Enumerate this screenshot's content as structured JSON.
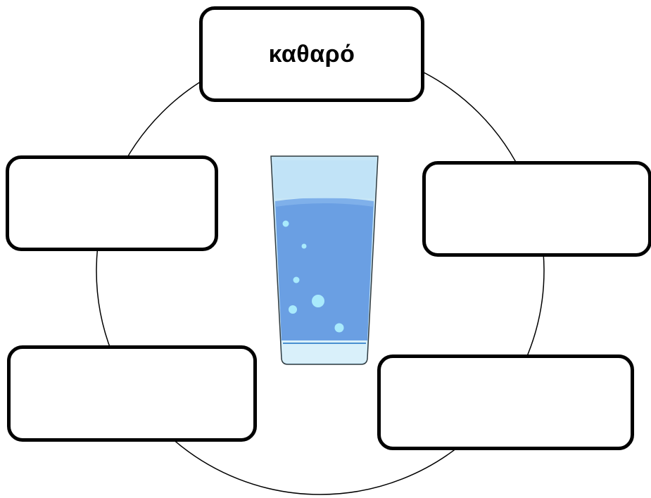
{
  "diagram": {
    "center_image": "glass-of-water",
    "boxes": [
      {
        "id": "top",
        "text": "καθαρό"
      },
      {
        "id": "left-upper",
        "text": ""
      },
      {
        "id": "right-upper",
        "text": ""
      },
      {
        "id": "left-lower",
        "text": ""
      },
      {
        "id": "right-lower",
        "text": ""
      }
    ]
  },
  "colors": {
    "outline": "#000000",
    "water": "#6a9fe3",
    "glass": "#b9dcf2",
    "bubbles": "#a9eafc"
  }
}
